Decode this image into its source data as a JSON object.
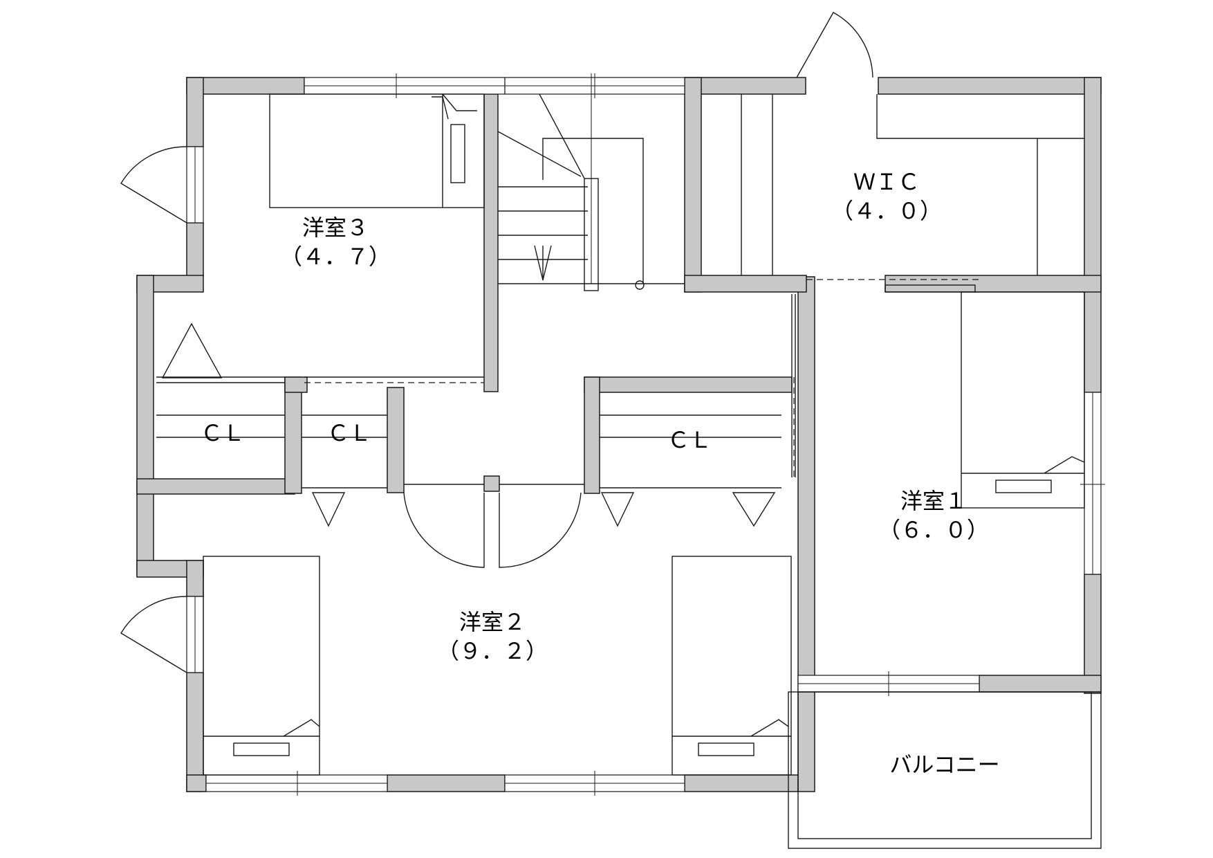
{
  "rooms": {
    "room3": {
      "name": "洋室３",
      "area": "（４．７）"
    },
    "wic": {
      "name": "ＷＩＣ",
      "area": "（４．０）"
    },
    "room1": {
      "name": "洋室１",
      "area": "（６．０）"
    },
    "room2": {
      "name": "洋室２",
      "area": "（９．２）"
    },
    "closet_a": {
      "name": "ＣＬ"
    },
    "closet_b": {
      "name": "ＣＬ"
    },
    "closet_c": {
      "name": "ＣＬ"
    },
    "balcony": {
      "name": "バルコニー"
    }
  },
  "colors": {
    "wall": "#c8c8c8",
    "line": "#1a1a1a",
    "background": "#ffffff"
  }
}
